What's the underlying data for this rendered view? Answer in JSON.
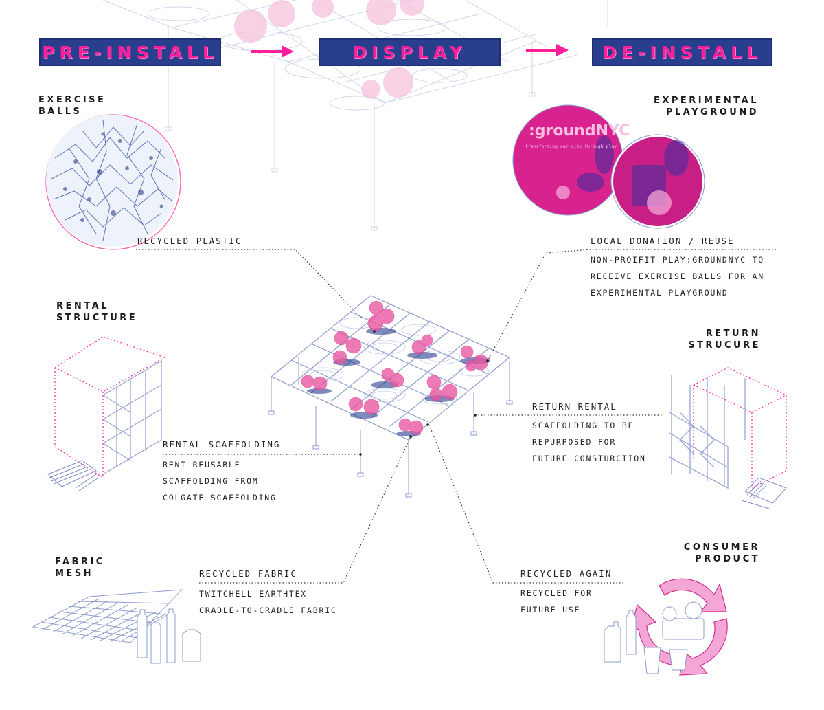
{
  "phases": [
    "PRE-INSTALL",
    "DISPLAY",
    "DE-INSTALL"
  ],
  "headings": {
    "exercise_balls": "EXERCISE\nBALLS",
    "experimental_playground": "EXPERIMENTAL\nPLAYGROUND",
    "rental_structure": "RENTAL\nSTRUCTURE",
    "return_structure": "RETURN\nSTRUCURE",
    "fabric_mesh": "FABRIC\nMESH",
    "consumer_product": "CONSUMER\nPRODUCT"
  },
  "labels": {
    "recycled_plastic": "RECYCLED PLASTIC",
    "local_donation": {
      "title": "LOCAL DONATION / REUSE",
      "lines": [
        "NON-PROIFIT PLAY:GROUNDNYC TO",
        "RECEIVE EXERCISE BALLS FOR AN",
        "EXPERIMENTAL PLAYGROUND"
      ]
    },
    "rental_scaffolding": {
      "title": "RENTAL SCAFFOLDING",
      "lines": [
        "RENT REUSABLE",
        "SCAFFOLDING FROM",
        "COLGATE SCAFFOLDING"
      ]
    },
    "return_rental": {
      "title": "RETURN RENTAL",
      "lines": [
        "SCAFFOLDING TO BE",
        "REPURPOSED FOR",
        "FUTURE CONSTURCTION"
      ]
    },
    "recycled_fabric": {
      "title": "RECYCLED FABRIC",
      "lines": [
        "TWITCHELL EARTHTEX",
        "CRADLE-TO-CRADLE FABRIC"
      ]
    },
    "recycled_again": {
      "title": "RECYCLED AGAIN",
      "lines": [
        "RECYCLED FOR",
        "FUTURE USE"
      ]
    }
  },
  "playground_image": {
    "title": ":groundNYC",
    "tagline": "transforming our city through play"
  },
  "colors": {
    "navy": "#2a3e8e",
    "magenta": "#ff1f9b",
    "line_blue": "#9aa6d6",
    "pink_ball": "#e9559f"
  }
}
